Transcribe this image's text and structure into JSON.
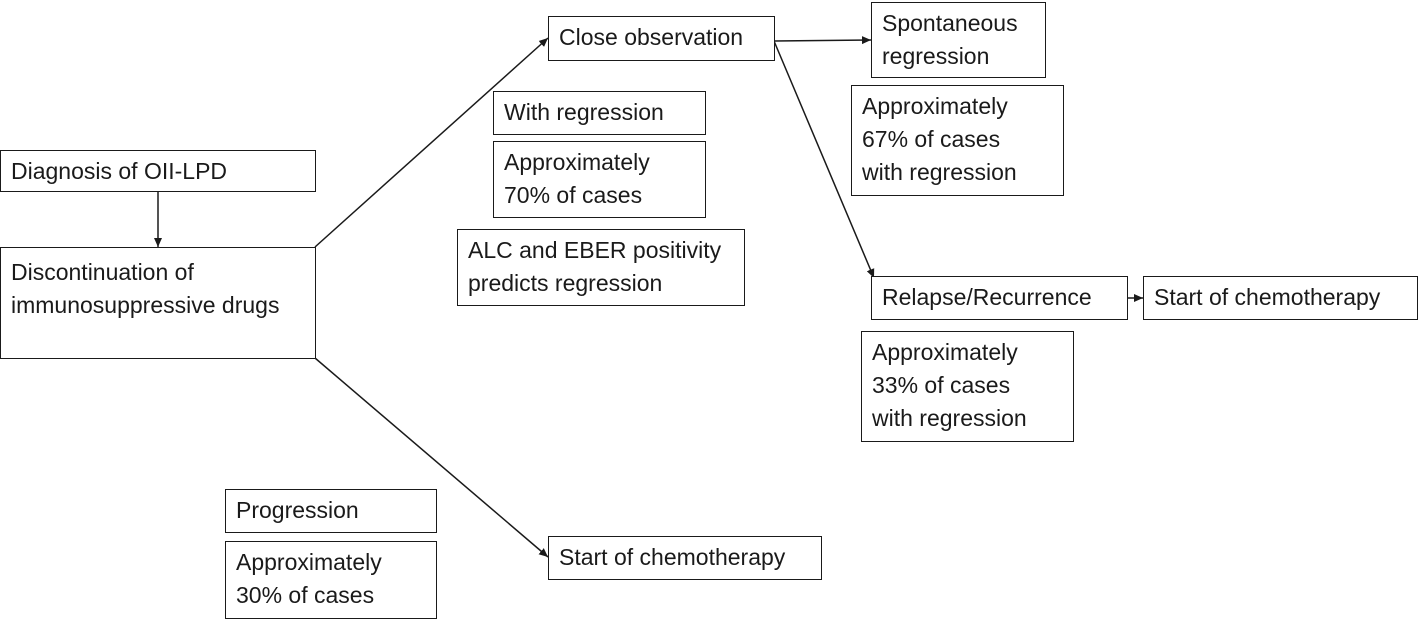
{
  "diagram": {
    "nodes": {
      "diagnosis": "Diagnosis of OII-LPD",
      "discontinuation": "Discontinuation of\nimmunosuppressive drugs",
      "close_observation": "Close observation",
      "with_regression": "With regression",
      "approx_70": "Approximately\n70% of cases",
      "alc_eber": "ALC and EBER positivity\npredicts regression",
      "spontaneous_regression": "Spontaneous\nregression",
      "approx_67": "Approximately\n67% of cases\nwith regression",
      "relapse": "Relapse/Recurrence",
      "start_chemo_right": "Start of chemotherapy",
      "approx_33": "Approximately\n33% of cases\nwith regression",
      "progression": "Progression",
      "approx_30": "Approximately\n30% of cases",
      "start_chemo_bottom": "Start of chemotherapy"
    },
    "edges": [
      [
        "diagnosis",
        "discontinuation"
      ],
      [
        "discontinuation",
        "close_observation"
      ],
      [
        "discontinuation",
        "start_chemo_bottom"
      ],
      [
        "close_observation",
        "spontaneous_regression"
      ],
      [
        "close_observation",
        "relapse"
      ],
      [
        "relapse",
        "start_chemo_right"
      ]
    ]
  }
}
